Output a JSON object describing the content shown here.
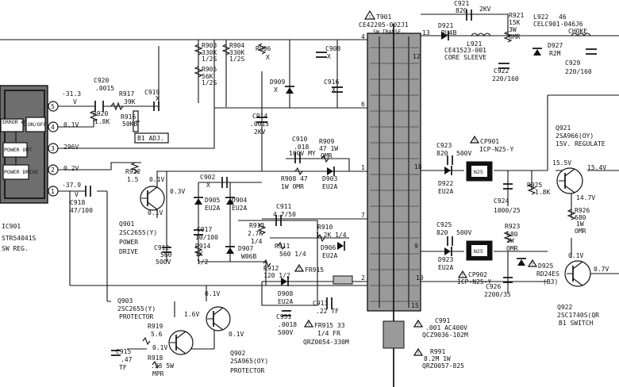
{
  "colors": {
    "ink": "#111111",
    "paper": "#ffffff",
    "transformer_core": "#9a9a9a",
    "ic_body": "#6e6e6e"
  },
  "ic901": {
    "ref": "IC901",
    "part": "STR54041S",
    "desc": "SW REG.",
    "blocks": [
      "ERROR AMP",
      "ON/OFF",
      "POWER OUT",
      "POWER DRIVE"
    ],
    "pins": [
      "5",
      "4",
      "3",
      "2",
      "1"
    ]
  },
  "t901": {
    "mark": "T901",
    "part": "CE42205-002J1",
    "desc": "SW TRANSF.",
    "pins_left": [
      "4",
      "6",
      "1",
      "7",
      "2"
    ],
    "pins_right": [
      "13",
      "12",
      "18",
      "9",
      "10",
      "15"
    ]
  },
  "voltages": {
    "v_pin5": "-31.3",
    "v_pin5_unit": "V",
    "v_pin4": "0.1V",
    "v_pin3": "296V",
    "v_pin2": "0.2V",
    "v_pin1": "-37.9",
    "v_pin1_unit": "V",
    "q901_b": "0.1V",
    "q901_c": "0.3V",
    "q901_e": "0.1V",
    "bottom_bus": "0.1V",
    "q903_c": "1.6V",
    "q903_b": "0.1V",
    "q902_e": "0.1V",
    "q921_in": "15.5V",
    "q921_out": "15.4V",
    "q921_b": "14.7V",
    "q922_b": "0.1V",
    "q922_c": "0.7V"
  },
  "components": {
    "c920": [
      "C920",
      ".0015"
    ],
    "r917": [
      "R917",
      "39K"
    ],
    "c919": [
      "C919",
      "X"
    ],
    "r916": [
      "R916",
      "50KB"
    ],
    "r920": [
      "R920",
      "1.8K"
    ],
    "b1adj": "B1 ADJ.",
    "r903": [
      "R903",
      "330K",
      "1/2S"
    ],
    "r905": [
      "R905",
      "56K",
      "1/2S"
    ],
    "r904": [
      "R904",
      "330K",
      "1/2S"
    ],
    "r906": [
      "R906",
      "X"
    ],
    "c908": [
      "C908",
      "X"
    ],
    "d909": [
      "D909",
      "X"
    ],
    "c916": [
      "C916",
      "X"
    ],
    "c914": [
      "C914",
      ".0015",
      "2KV"
    ],
    "c910": [
      "C910",
      ".018",
      "100V MY"
    ],
    "r909": [
      "R909",
      "47 1W",
      "OMR"
    ],
    "r908": [
      "R908 47",
      "1W OMR"
    ],
    "d903": [
      "D903",
      "EU2A"
    ],
    "r922": [
      "R922",
      "1.5"
    ],
    "c918": [
      "C918",
      "47/100"
    ],
    "c902": [
      "C902",
      "X"
    ],
    "d905": [
      "D905",
      "EU2A"
    ],
    "d904": [
      "D904",
      "EU2A"
    ],
    "c911": [
      "C911",
      "4.7/50"
    ],
    "r913": [
      "R913",
      "2.7K",
      "1/4"
    ],
    "r910": [
      "R910",
      "1.2K 1/4"
    ],
    "c917": [
      "C917",
      "10/100"
    ],
    "r914": [
      "R914",
      "1K",
      "1/2"
    ],
    "c912": [
      "C912",
      "560",
      "500V"
    ],
    "d907": [
      "D907",
      "W06B"
    ],
    "r911": [
      "R911",
      "560 1/4"
    ],
    "d906": [
      "D906",
      "EU2A"
    ],
    "r912": [
      "R912",
      "120 1/2"
    ],
    "fr915": [
      "FR915"
    ],
    "d908": [
      "D908",
      "EU2A"
    ],
    "c913": [
      "C913",
      ".22 TF"
    ],
    "c931": [
      "C931",
      ".0018",
      "500V"
    ],
    "fr915_note": [
      "FR915 33",
      "1/4 FR",
      "QRZ0054-330M"
    ],
    "c921": [
      "C921",
      "820",
      "2KV"
    ],
    "d921": [
      "D921",
      "RU4B"
    ],
    "l921": [
      "L921",
      "CE41523-001",
      "CORE SLEEVE"
    ],
    "r921": [
      "R921",
      "15K",
      "3W",
      "OMR"
    ],
    "l922": [
      "L922",
      "46",
      "CELC901-046J6",
      "CHOKE"
    ],
    "d927": [
      "D927",
      "R2M"
    ],
    "c922": [
      "C922",
      "220/160"
    ],
    "c929": [
      "C929",
      "220/160"
    ],
    "c923": [
      "C923",
      "820",
      "500V"
    ],
    "cp901": [
      "CP901",
      "ICP-N25-Y"
    ],
    "n25": "N25",
    "d922": [
      "D922",
      "EU2A"
    ],
    "c924": [
      "C924",
      "1000/25"
    ],
    "r925": [
      "R925",
      "1.8K"
    ],
    "q921": [
      "Q921",
      "2SA966(OY)",
      "15V. REGULATE"
    ],
    "r926": [
      "R926",
      "680",
      "1W",
      "OMR"
    ],
    "c925": [
      "C925",
      "820",
      "500V"
    ],
    "d923": [
      "D923",
      "EU2A"
    ],
    "cp902": [
      "CP902",
      "ICP-N25-Y"
    ],
    "r923": [
      "R923",
      "680",
      "2W",
      "OMR"
    ],
    "d925": [
      "D925",
      "RD24ES",
      "(B3)"
    ],
    "c926": [
      "C926",
      "2200/35"
    ],
    "q922": [
      "Q922",
      "2SC1740S(QR",
      "B1 SWITCH"
    ],
    "c991": [
      "C991",
      ".001 AC400V",
      "QCZ9036-102M"
    ],
    "r991": [
      "R991",
      "8.2M 1W",
      "QRZ0057-825"
    ],
    "q901": [
      "Q901",
      "2SC2655(Y)",
      "POWER",
      "DRIVE"
    ],
    "q903": [
      "Q903",
      "2SC2655(Y)",
      "PROTECTOR"
    ],
    "r919": [
      "R919",
      "5.6"
    ],
    "c915": [
      "C915",
      ".47",
      "TF"
    ],
    "r918": [
      "R918",
      ".33 5W",
      "MPR"
    ],
    "q902": [
      "Q902",
      "2SA965(OY)",
      "PROTECTOR"
    ]
  },
  "safety_mark": "!"
}
